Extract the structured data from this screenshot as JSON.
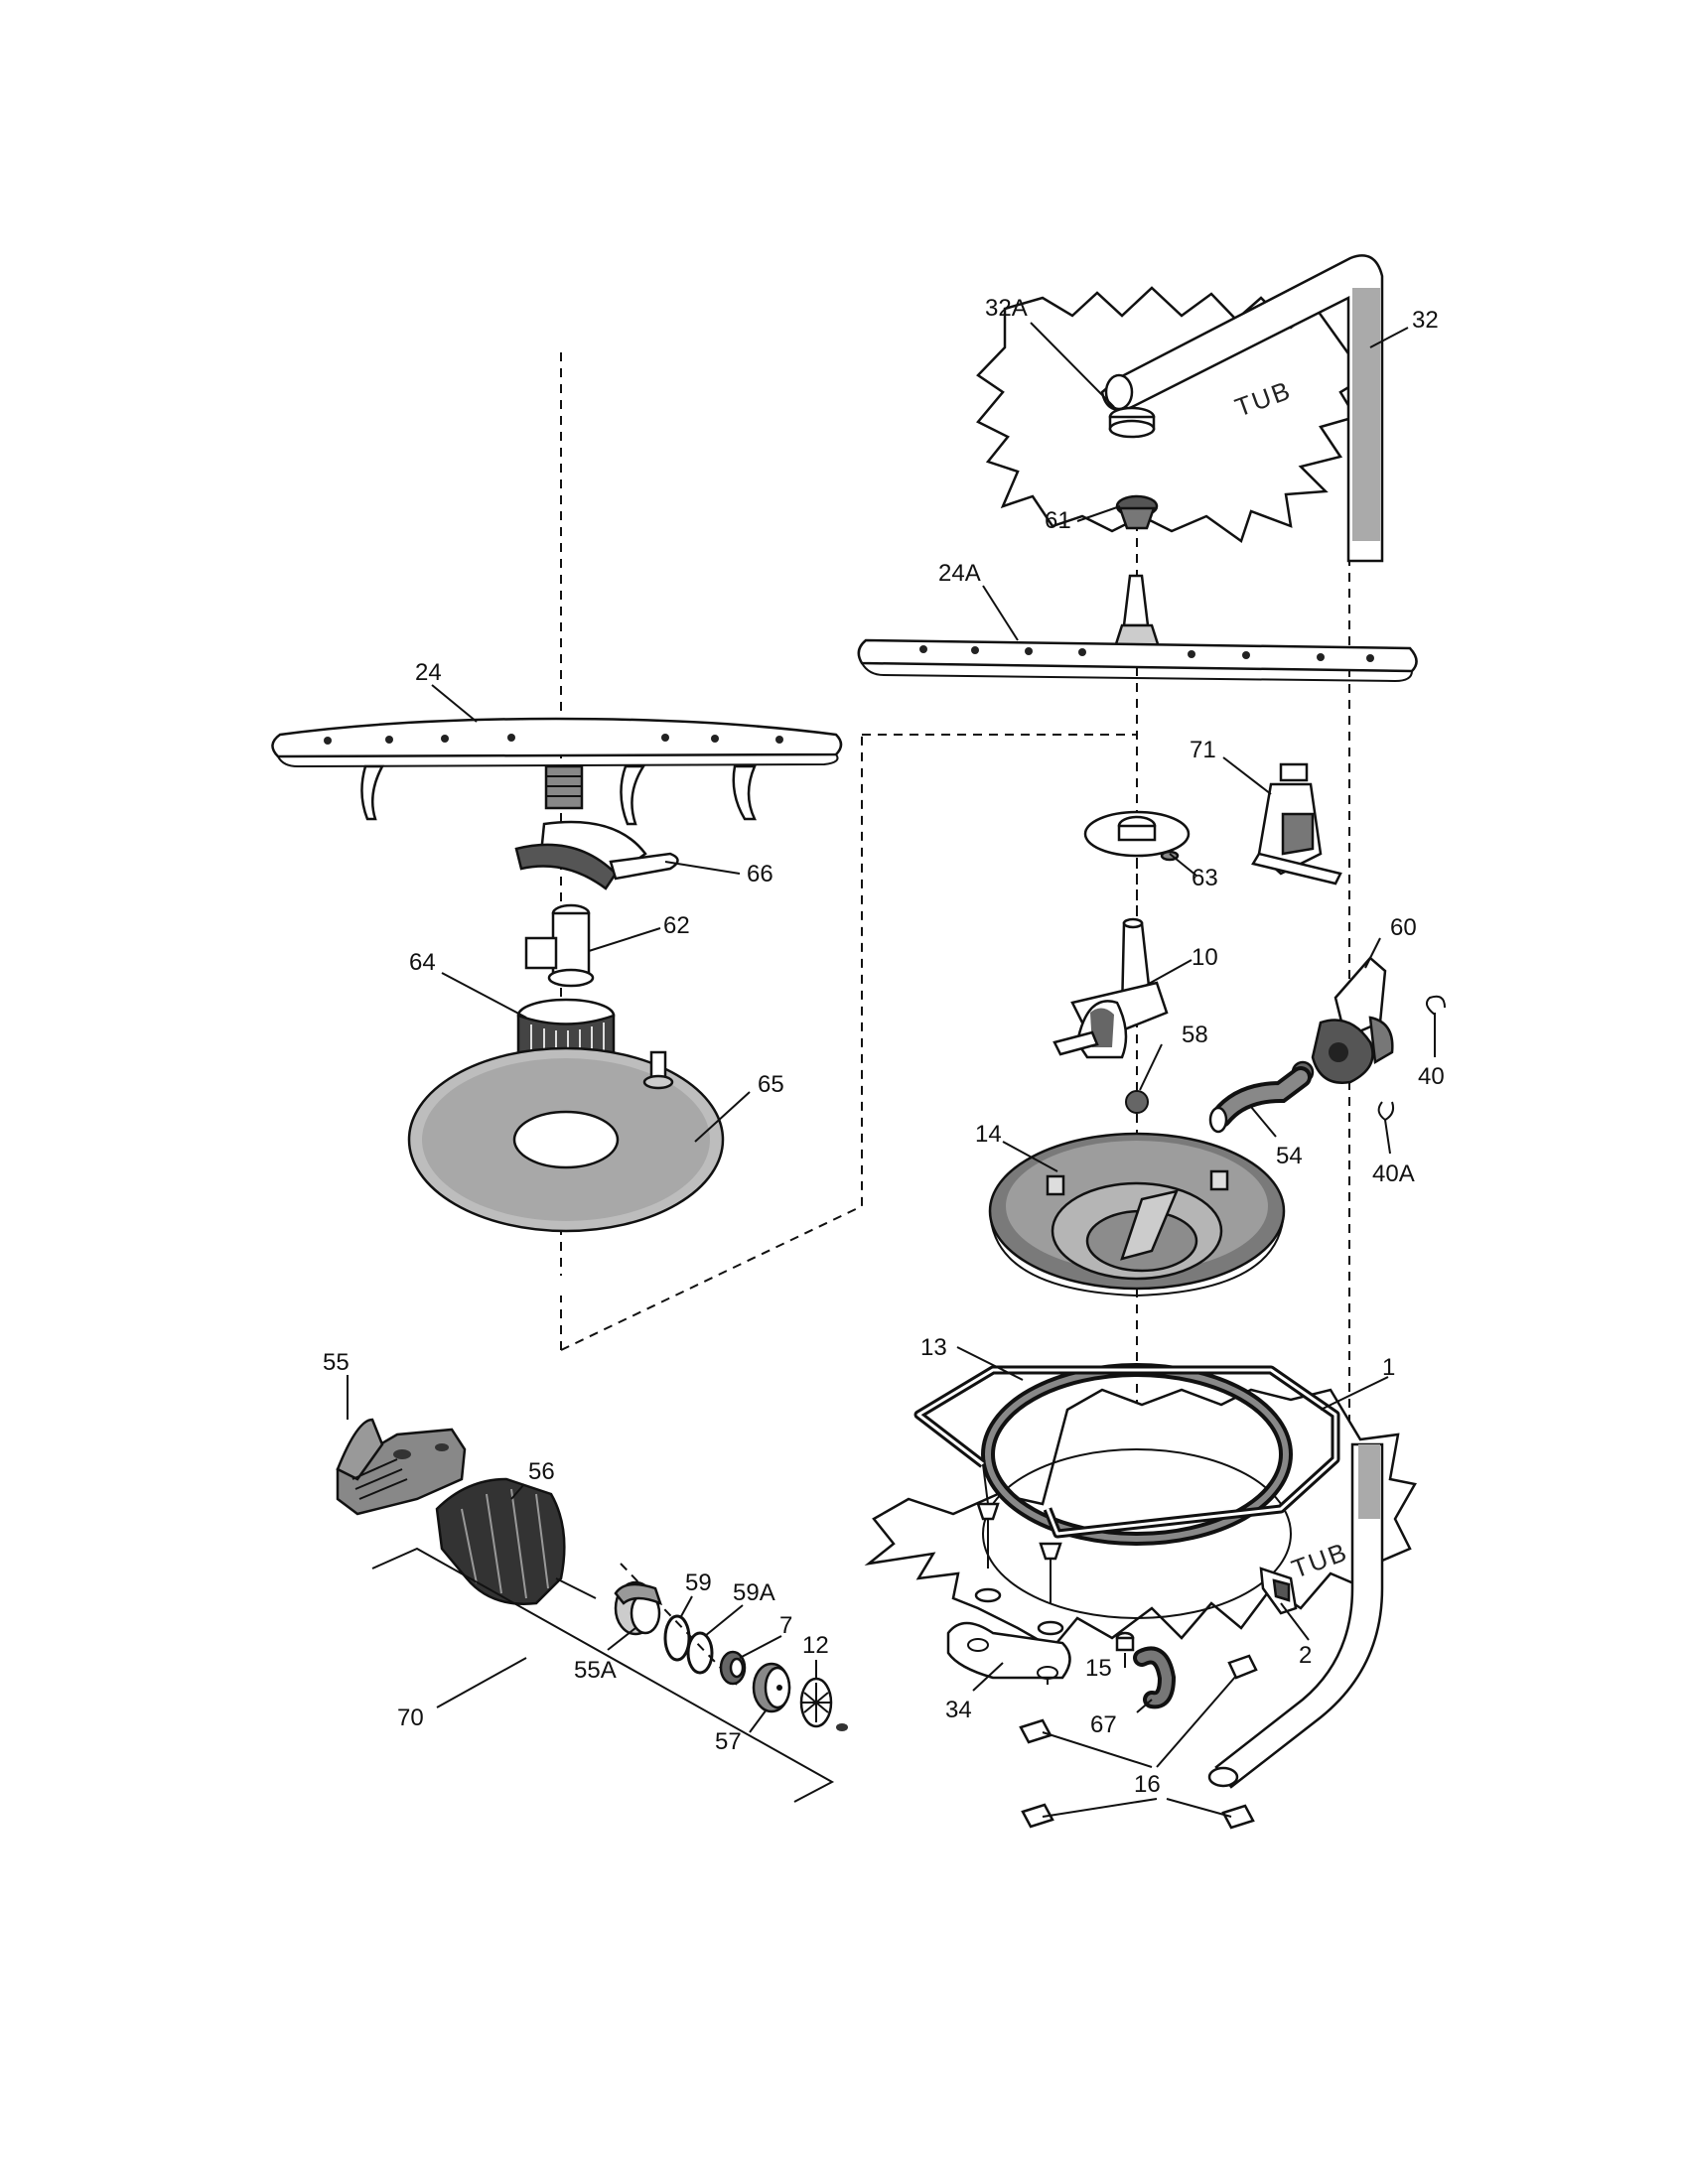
{
  "tub_labels": [
    "TUB",
    "TUB"
  ],
  "callouts": {
    "c1": "1",
    "c2": "2",
    "c7": "7",
    "c10": "10",
    "c12": "12",
    "c13": "13",
    "c14": "14",
    "c15": "15",
    "c16": "16",
    "c24": "24",
    "c24A": "24A",
    "c32": "32",
    "c32A": "32A",
    "c34": "34",
    "c40": "40",
    "c40A": "40A",
    "c54": "54",
    "c55": "55",
    "c55A": "55A",
    "c56": "56",
    "c57": "57",
    "c58": "58",
    "c59": "59",
    "c59A": "59A",
    "c60": "60",
    "c61": "61",
    "c62": "62",
    "c63": "63",
    "c64": "64",
    "c65": "65",
    "c66": "66",
    "c67": "67",
    "c70": "70",
    "c71": "71"
  }
}
